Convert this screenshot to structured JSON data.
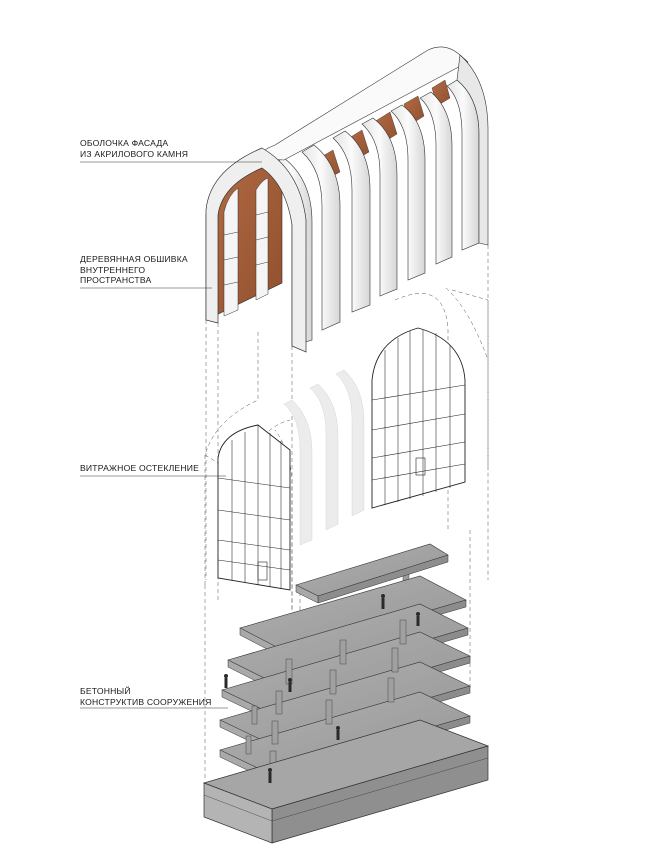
{
  "labels": {
    "facade_shell": [
      "ОБОЛОЧКА ФАСАДА",
      "ИЗ АКРИЛОВОГО КАМНЯ"
    ],
    "wood_lining": [
      "ДЕРЕВЯННАЯ ОБШИВКА",
      "ВНУТРЕННЕГО",
      "ПРОСТРАНСТВА"
    ],
    "glazing": [
      "ВИТРАЖНОЕ ОСТЕКЛЕНИЕ"
    ],
    "structure": [
      "БЕТОННЫЙ",
      "КОНСТРУКТИВ СООРУЖЕНИЯ"
    ]
  },
  "colors": {
    "wood": "#a9603a",
    "concrete": "#a4a4a4",
    "concrete_dark": "#8c8c8c",
    "shell": "#f2f2f2",
    "line": "#333333"
  }
}
